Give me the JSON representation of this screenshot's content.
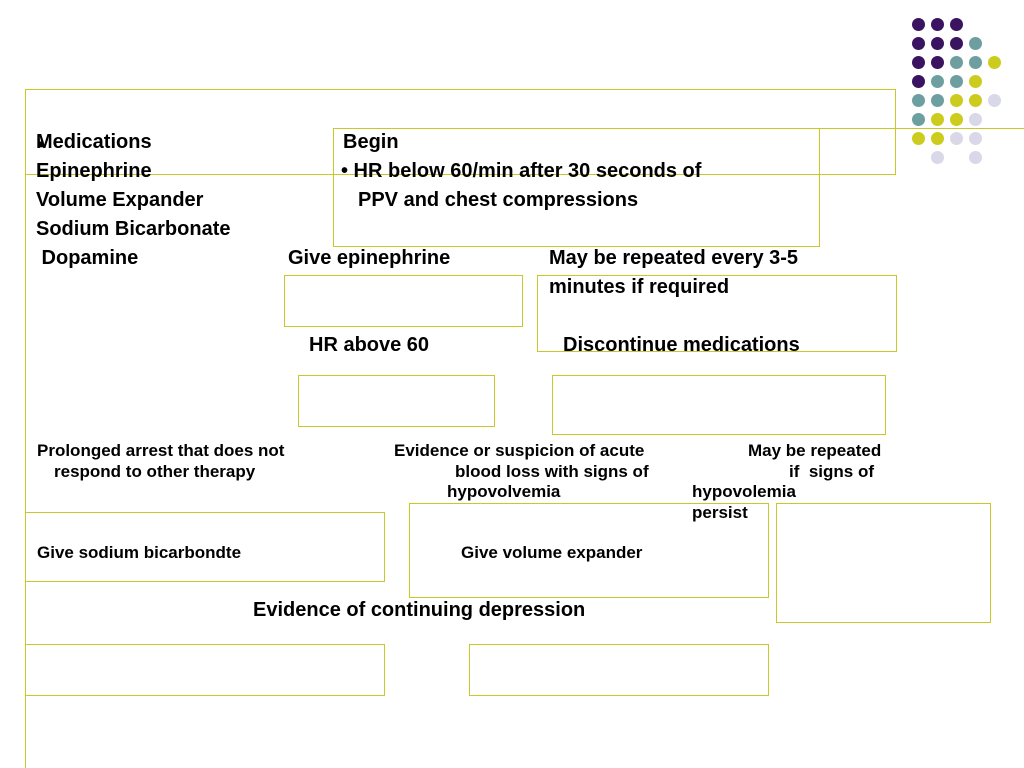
{
  "colors": {
    "purple": "#3a1460",
    "teal": "#6e9fa0",
    "olive": "#cccc1e",
    "lavender": "#d8d8e8",
    "box_border": "#c8c828"
  },
  "title_bullet": "■",
  "meds": {
    "heading": "Medications",
    "items": [
      "Epinephrine",
      "Volume Expander",
      "Sodium Bicarbonate",
      " Dopamine"
    ]
  },
  "begin": {
    "heading": "Begin",
    "line1": "• HR below 60/min after 30 seconds of",
    "line2": "PPV and chest compressions"
  },
  "epi": {
    "give": "Give epinephrine",
    "repeat1": "May be repeated every 3-5",
    "repeat2": "minutes if required",
    "hr_above": "HR above 60",
    "discontinue": "Discontinue medications"
  },
  "sodium": {
    "condition1": "Prolonged arrest that does not",
    "condition2": "respond to other therapy",
    "action": "Give sodium bicarbondte"
  },
  "volume": {
    "condition1": "Evidence or suspicion of acute",
    "condition2": "blood loss with signs of",
    "condition3": "hypovolvemia",
    "action": "Give volume expander"
  },
  "repeat_vol": {
    "line1": "May be repeated",
    "line2": "if  signs of",
    "line3": "hypovolemia",
    "line4": "persist"
  },
  "continuing": "Evidence of continuing depression"
}
